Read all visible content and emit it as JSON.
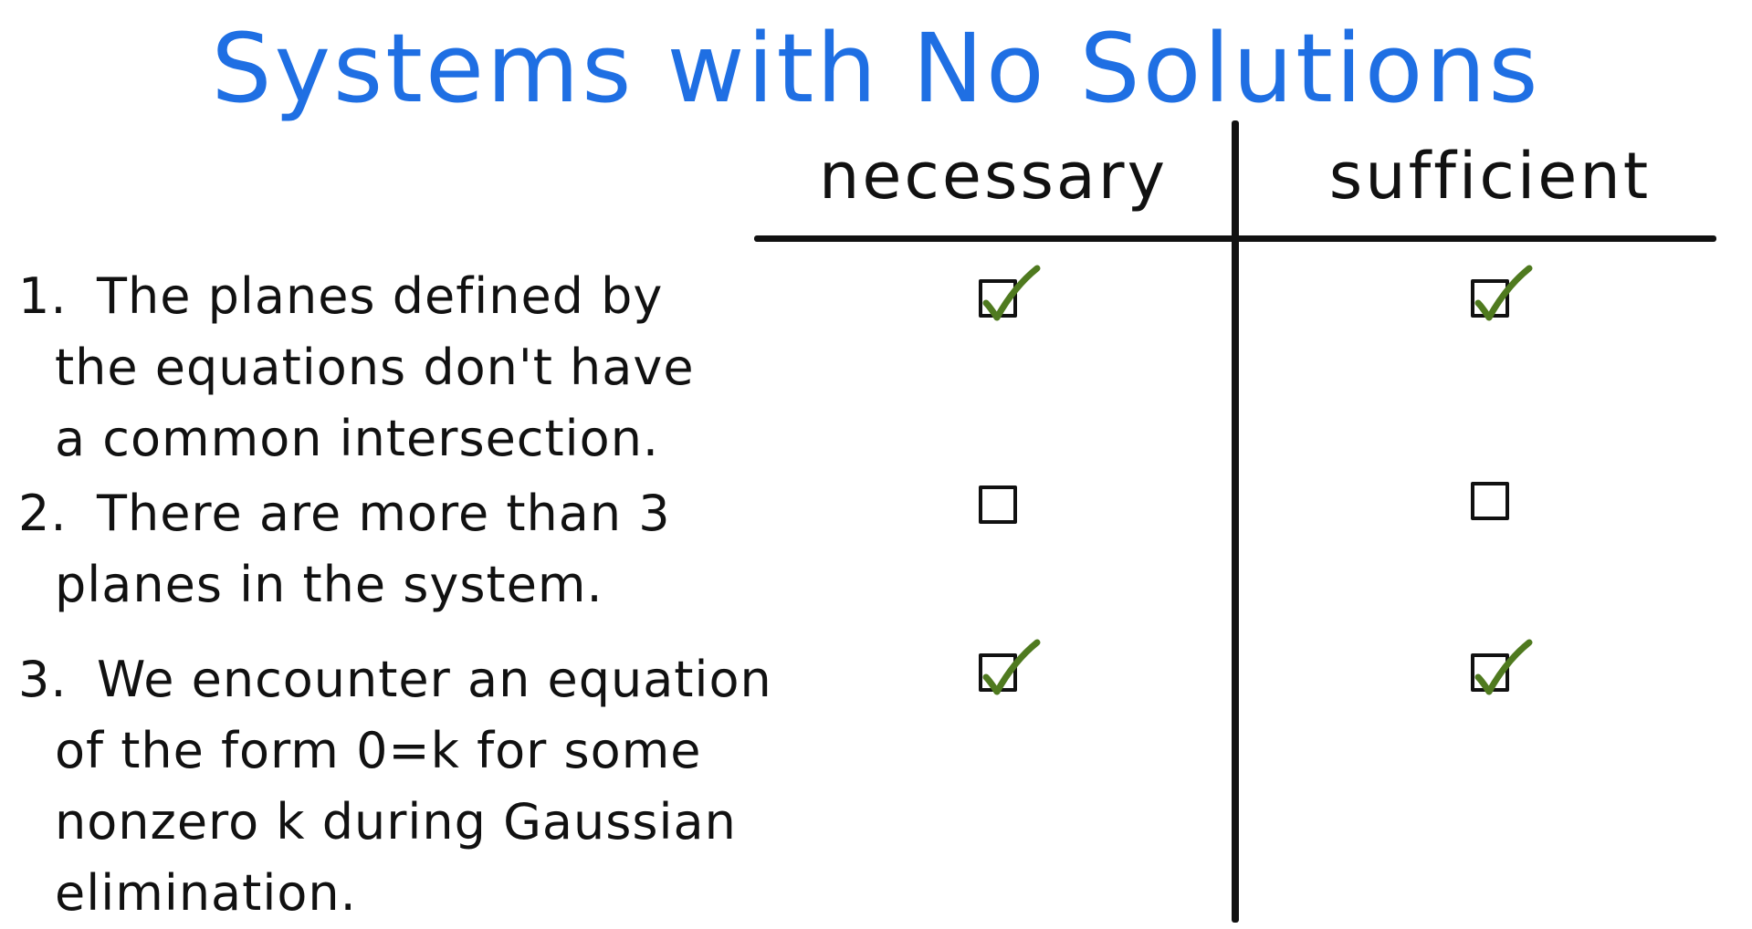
{
  "title": "Systems with No Solutions",
  "colors": {
    "title": "#1f6fe3",
    "ink": "#111111",
    "check": "#4f7a1f"
  },
  "columns": {
    "necessary": "necessary",
    "sufficient": "sufficient"
  },
  "statements": [
    {
      "number": "1.",
      "lines": [
        "The planes defined by",
        "the equations don't have",
        "a common intersection."
      ],
      "necessary_checked": true,
      "sufficient_checked": true
    },
    {
      "number": "2.",
      "lines": [
        "There are more than 3",
        "planes in the system."
      ],
      "necessary_checked": false,
      "sufficient_checked": false
    },
    {
      "number": "3.",
      "lines": [
        "We encounter an equation",
        "of the form 0=k for some",
        "nonzero k during Gaussian",
        "elimination."
      ],
      "necessary_checked": true,
      "sufficient_checked": true
    }
  ],
  "icons": {
    "box": "checkbox-icon",
    "tick": "checkmark-icon"
  }
}
